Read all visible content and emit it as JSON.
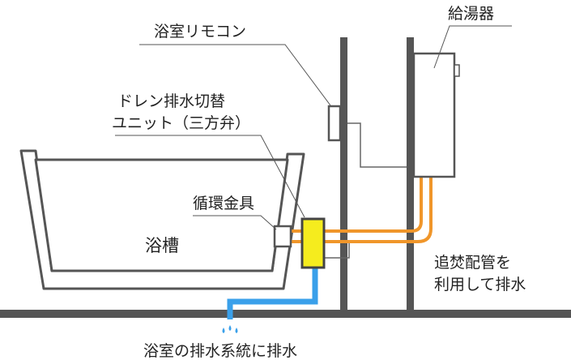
{
  "labels": {
    "remote": "浴室リモコン",
    "heater": "給湯器",
    "drain_unit_line1": "ドレン排水切替",
    "drain_unit_line2": "ユニット（三方弁）",
    "fitting": "循環金具",
    "bathtub": "浴槽",
    "reheat_line1": "追焚配管を",
    "reheat_line2": "利用して排水",
    "drain_dest": "浴室の排水系統に排水"
  },
  "colors": {
    "outline": "#555555",
    "wall": "#555555",
    "floor": "#555555",
    "reheat_pipe": "#f0962a",
    "drain_pipe": "#3aa0ea",
    "valve": "#f5ec1e",
    "text": "#222222"
  }
}
